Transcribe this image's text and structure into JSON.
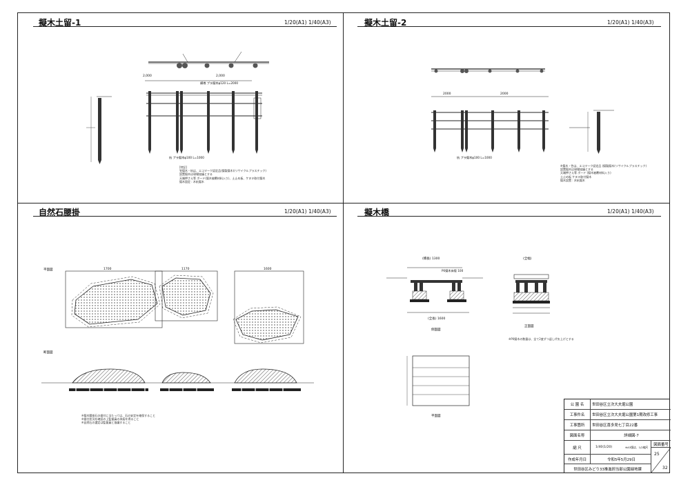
{
  "panels": {
    "p1": {
      "title": "擬木土留-1",
      "scale": "1/20(A1) 1/40(A3)"
    },
    "p2": {
      "title": "擬木土留-2",
      "scale": "1/20(A1) 1/40(A3)"
    },
    "p3": {
      "title": "自然石腰掛",
      "scale": "1/20(A1) 1/40(A3)"
    },
    "p4": {
      "title": "擬木橋",
      "scale": "1/20(A1) 1/40(A3)"
    }
  },
  "labels": {
    "p1_dim_left": "2,000",
    "p1_dim_right": "2,000",
    "p1_rail_note": "横桟 プラ擬木φ120 L=2000",
    "p1_post_note": "杭 プラ擬木φ100 L=1000",
    "p2_dim_left": "2000",
    "p2_dim_right": "2000",
    "p2_post_note": "杭 プラ擬木φ100 L=1000",
    "p3_plan": "平面図",
    "p3_section": "断面図",
    "p3_w1": "1700",
    "p3_w2": "1170",
    "p3_w3": "1600",
    "p4_span": "(橋長) 1300",
    "p4_span2": "(全長) 1600",
    "p4_width": "(全幅)",
    "p4_plan": "平面図",
    "p4_side": "側面図",
    "p4_front": "正面図",
    "p4_note": "※P0擬木の数量は、全て2度ずつ返し代を上げとする",
    "p4_plank": "P0擬木床版 100"
  },
  "notes": {
    "p1": "[特記]\n笠擬木・杭は、エコマーク認定品(擬製擬木)(リサイクルプラスチック)\n設置擬木は現場協議とする\n天端押さえ等 ボード(擬木被覆材料入り)、土止め板、ケヌキ取付擬木\n擬木固定 : 木杭擬木",
    "p2": "※擬木・笠は、エコマーク認定品 (擬製擬木(リサイクルプラスチック)\n設置擬木は現場協議とする\n天端押さえ等 ボード (擬木被覆材料入り)\n土止め板 ケヌキ取付擬木\n擬木設置 : 木杭擬木",
    "p3": "※擬木腰掛石の据付に当たっては、石の安定を確保すること\n※据付状況を確認の上監督員の承諾を得ること\n※自然石の選定は監督員と協議すること",
    "p4": "※P0擬木の数量は、全て2度ずつ返し代を上げとする"
  },
  "title_block": {
    "rows": [
      {
        "label": "公 園 名",
        "value": "世田谷区立次大夫堀公園"
      },
      {
        "label": "工事件名",
        "value": "世田谷区立次大夫堀公園第1期改修工事"
      },
      {
        "label": "工事箇所",
        "value": "世田谷区喜多見七丁目22番"
      },
      {
        "label": "図面名称",
        "value": "詳細図-7"
      }
    ],
    "scale_label": "縮 尺",
    "scale_value": "1/40(1/20)",
    "scale_note": "※A3版は、1/2縮尺",
    "date_label": "作成年月日",
    "date_value": "令和5年5月29日",
    "drawing_no_label": "図面番号",
    "drawing_no": "25",
    "total": "32",
    "office": "世田谷区みどり33推進担当部公園緑地課"
  }
}
